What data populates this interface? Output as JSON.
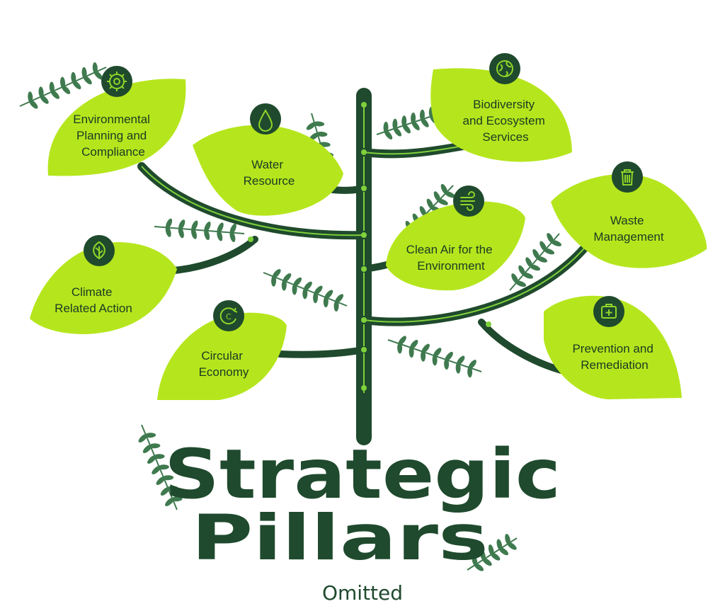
{
  "title": {
    "line1": "Strategic",
    "line2": "Pillars",
    "subtitle": "Omitted"
  },
  "pillars": [
    {
      "id": "environmental-planning",
      "lines": [
        "Environmental",
        "Planning and",
        "Compliance"
      ],
      "icon": "gear-people-icon"
    },
    {
      "id": "water-resource",
      "lines": [
        "Water",
        "Resource"
      ],
      "icon": "water-drop-icon"
    },
    {
      "id": "biodiversity",
      "lines": [
        "Biodiversity",
        "and Ecosystem",
        "Services"
      ],
      "icon": "globe-icon"
    },
    {
      "id": "waste-management",
      "lines": [
        "Waste",
        "Management"
      ],
      "icon": "trash-bin-icon"
    },
    {
      "id": "clean-air",
      "lines": [
        "Clean Air for the",
        "Environment"
      ],
      "icon": "wind-icon"
    },
    {
      "id": "climate-action",
      "lines": [
        "Climate",
        "Related Action"
      ],
      "icon": "leaf-icon"
    },
    {
      "id": "circular-economy",
      "lines": [
        "Circular",
        "Economy"
      ],
      "icon": "recycle-icon"
    },
    {
      "id": "prevention",
      "lines": [
        "Prevention and",
        "Remediation"
      ],
      "icon": "first-aid-kit-icon"
    }
  ],
  "colors": {
    "trunk": "#1f4a2d",
    "trunk_light": "#7fd13b",
    "leaf": "#b5e61d",
    "leaf_dark": "#9ccc16",
    "icon_bg": "#1f4a2d",
    "icon_fg": "#8fd62a",
    "sprig": "#3f7a4f",
    "text": "#1b3a24"
  }
}
